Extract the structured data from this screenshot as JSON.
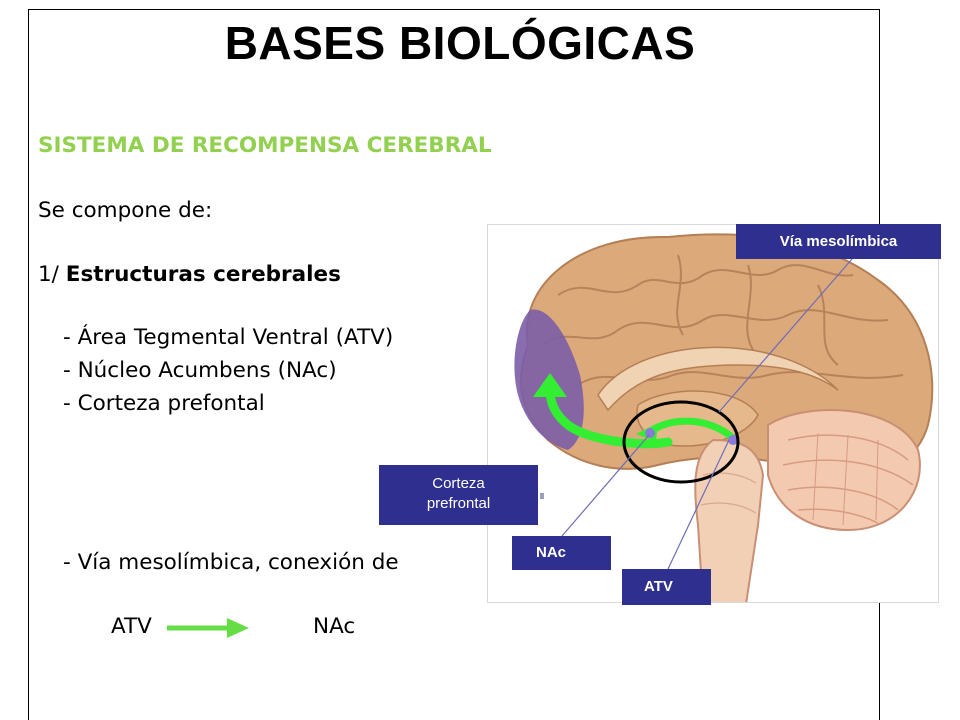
{
  "slide": {
    "title": "BASES BIOLÓGICAS",
    "subtitle": "SISTEMA DE RECOMPENSA CEREBRAL",
    "intro": "Se compone de:",
    "section_prefix": "1/ ",
    "section_title": "Estructuras cerebrales",
    "items": [
      "- Área Tegmental Ventral (ATV)",
      "- Núcleo Acumbens (NAc)",
      "- Corteza prefontal"
    ],
    "pathway_item": "- Vía mesolímbica, conexión de",
    "pathway_from": "ATV",
    "pathway_to": "NAc"
  },
  "diagram": {
    "label_via": "Vía mesolímbica",
    "label_corteza_line1": "Corteza",
    "label_corteza_line2": "prefrontal",
    "label_nac": "NAc",
    "label_atv": "ATV"
  },
  "colors": {
    "accent_green": "#92d050",
    "label_navy": "#2f2f8f",
    "arrow_green": "#66dd44",
    "pathway_green": "#33ee33",
    "prefrontal_purple": "#7b5ea7",
    "brain_tan": "#d9a878"
  }
}
